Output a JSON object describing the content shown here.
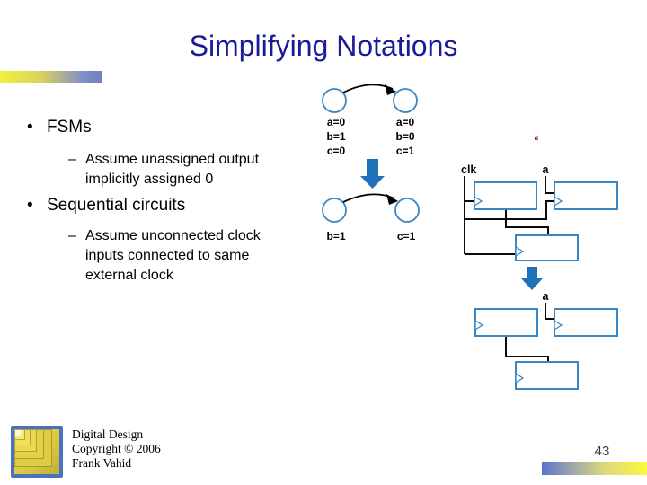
{
  "slide": {
    "title": "Simplifying Notations",
    "page_number": "43"
  },
  "bullets": {
    "bullet_glyph": "•",
    "dash_glyph": "–",
    "item1": {
      "label": "FSMs",
      "lines": [
        "Assume unassigned output",
        "implicitly assigned 0"
      ]
    },
    "item2": {
      "label": "Sequential circuits",
      "lines": [
        "Assume unconnected clock",
        "inputs connected to same",
        "external clock"
      ]
    }
  },
  "fsm": {
    "top": {
      "left": [
        "a=0",
        "b=1",
        "c=0"
      ],
      "right": [
        "a=0",
        "b=0",
        "c=1"
      ]
    },
    "bottom": {
      "left": "b=1",
      "right": "c=1"
    }
  },
  "circuit": {
    "annotation_a": "a",
    "top": {
      "clk": "clk",
      "a": "a"
    },
    "bottom": {
      "a": "a"
    }
  },
  "footer": {
    "line1": "Digital Design",
    "line2": "Copyright © 2006",
    "line3": "Frank Vahid"
  },
  "colors": {
    "title_blue": "#1a1a9b",
    "diagram_stroke_blue": "#3a87c4",
    "arrow_blue": "#1f72b8",
    "annotation_red": "#8d2a24",
    "accent_yellow": "#f2ee3f",
    "accent_blue": "#5b73d0"
  }
}
